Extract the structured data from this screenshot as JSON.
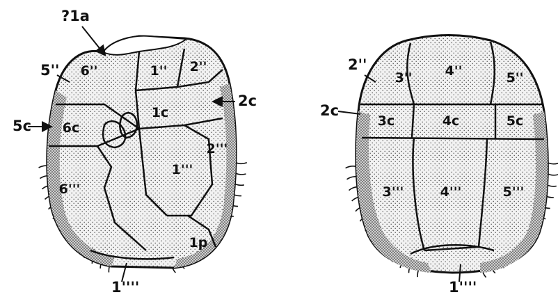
{
  "figure": {
    "views": [
      {
        "id": "ventral-view",
        "plate_labels": [
          "1''",
          "2''",
          "6''",
          "1c",
          "6c",
          "1'''",
          "2'''",
          "6'''",
          "1p"
        ],
        "external_labels": [
          "?1a",
          "5''",
          "5c",
          "2c",
          "1''''"
        ]
      },
      {
        "id": "dorsal-view",
        "plate_labels": [
          "3''",
          "4''",
          "5''",
          "3c",
          "4c",
          "5c",
          "3'''",
          "4'''",
          "5'''"
        ],
        "external_labels": [
          "2''",
          "2c",
          "1''''"
        ]
      }
    ]
  },
  "colors": {
    "ink": "#111111",
    "plate_fill": "#d9d9d9",
    "paper": "#ffffff"
  }
}
